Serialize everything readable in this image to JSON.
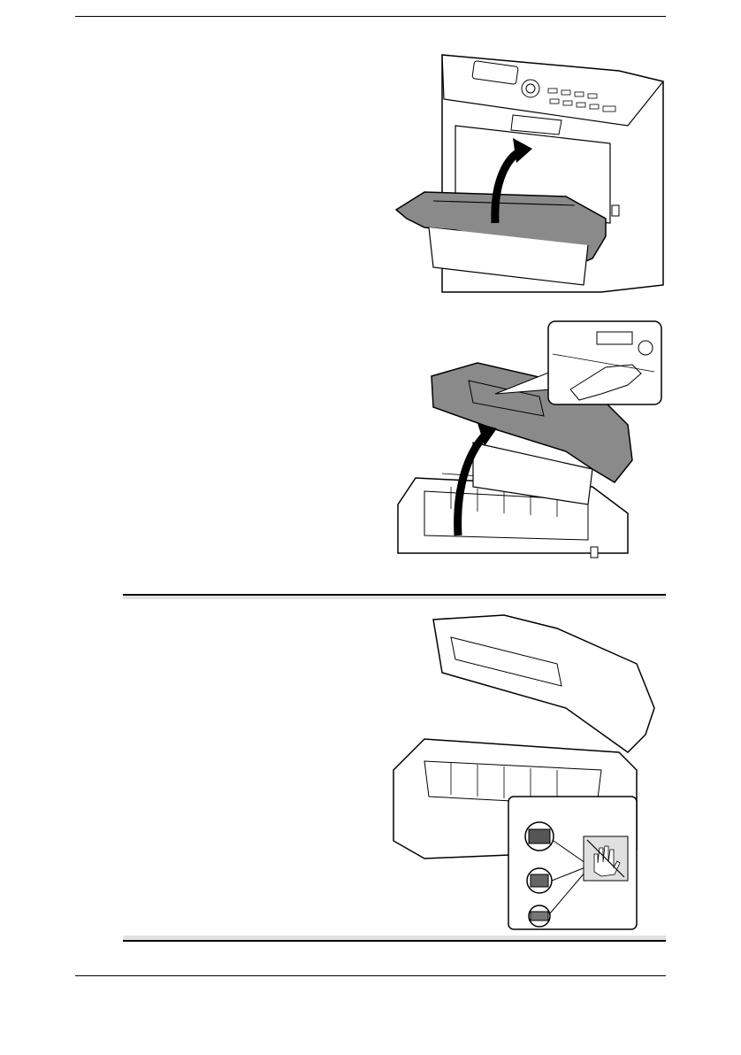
{
  "page": {
    "has_header_rule": true,
    "has_footer_rule": true
  },
  "illustrations": [
    {
      "id": "open-front-cover",
      "icon": "arrow-up-icon"
    },
    {
      "id": "raise-scanner-unit",
      "icon": "arrow-up-icon",
      "inset": "button-press-detail"
    },
    {
      "id": "open-printer-interior",
      "warning_icon": "do-not-touch-icon"
    }
  ],
  "colors": {
    "gray_part": "#8a8a8a",
    "outline": "#000000",
    "section_bar": "#e2e2e2"
  }
}
